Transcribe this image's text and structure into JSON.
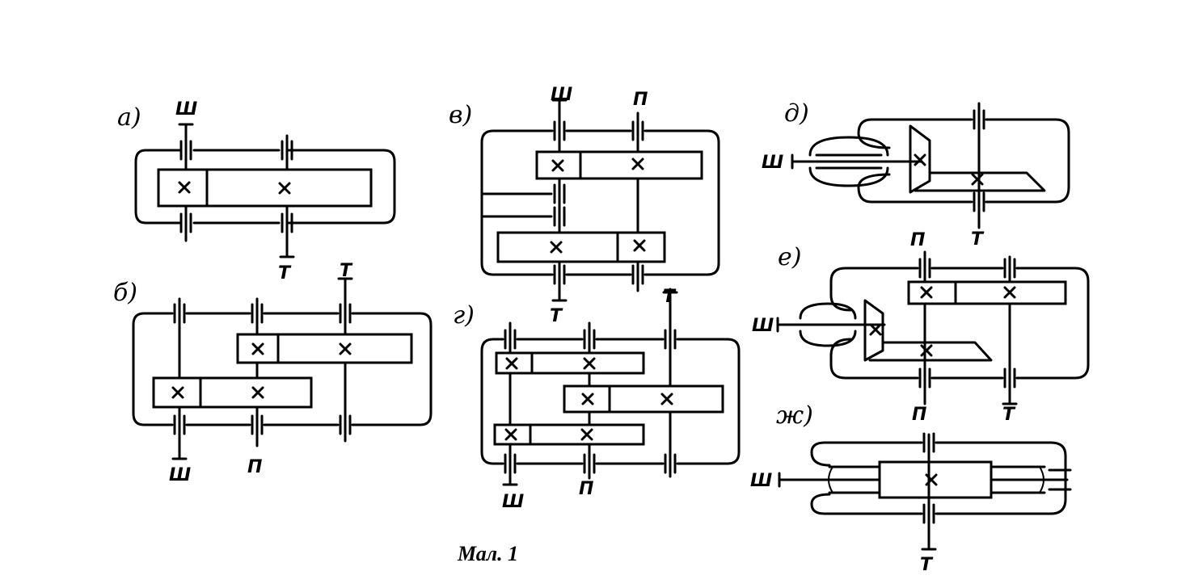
{
  "caption": "Мал. 1",
  "symbols": {
    "shaft_input": "Ш",
    "shaft_intermediate": "П",
    "shaft_output": "Т"
  },
  "diagrams": {
    "a": {
      "label": "а)"
    },
    "b": {
      "label": "б)"
    },
    "v": {
      "label": "в)"
    },
    "g": {
      "label": "г)"
    },
    "d": {
      "label": "д)"
    },
    "e": {
      "label": "е)"
    },
    "zh": {
      "label": "ж)"
    }
  }
}
